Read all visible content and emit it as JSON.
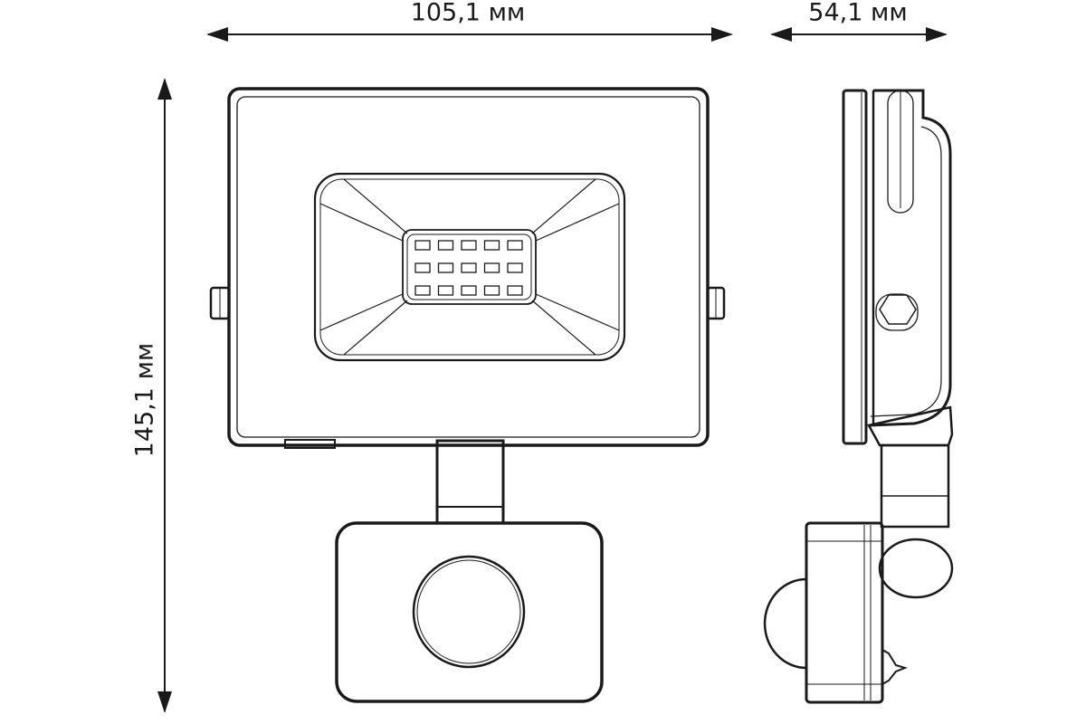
{
  "dimensions": {
    "width": "105,1 мм",
    "depth": "54,1 мм",
    "height": "145,1 мм"
  },
  "led_grid": {
    "rows": 3,
    "cols": 5
  },
  "colors": {
    "line": "#1a1a1a",
    "background": "#ffffff"
  }
}
